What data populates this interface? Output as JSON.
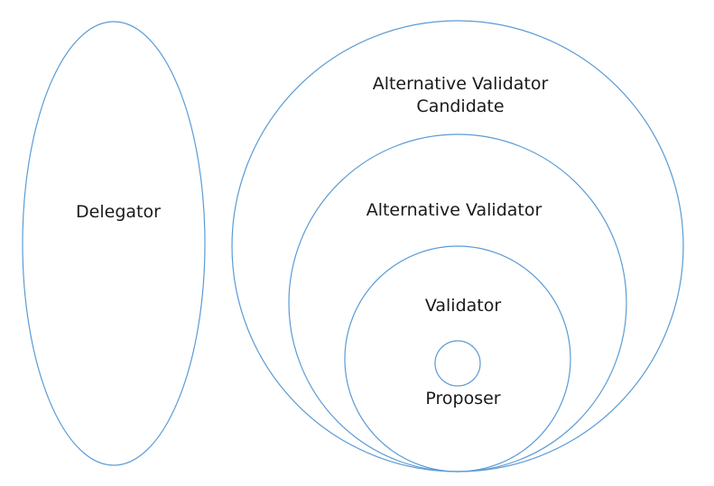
{
  "diagram": {
    "stroke_color": "#5b9bd5",
    "text_color": "#1a1a1a",
    "labels": {
      "delegator": "Delegator",
      "candidate_line1": "Alternative Validator",
      "candidate_line2": "Candidate",
      "alternative_validator": "Alternative Validator",
      "validator": "Validator",
      "proposer": "Proposer"
    }
  }
}
